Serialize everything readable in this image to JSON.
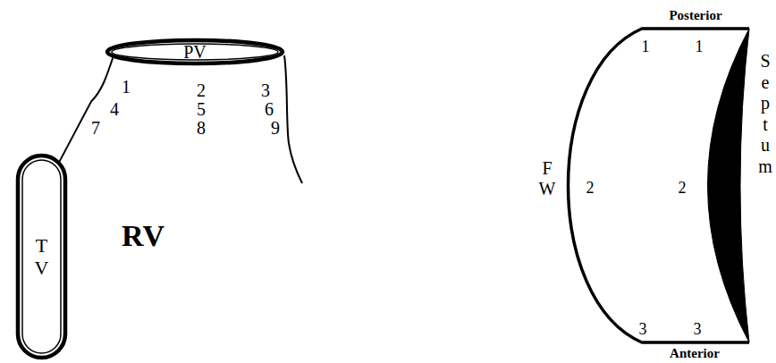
{
  "diagram": {
    "nodes": [
      {
        "text": [
          "PV"
        ]
      },
      {
        "text": [
          "T V"
        ]
      }
    ],
    "edges": [
      {
        "from": 0,
        "to": 1,
        "arrow": "none"
      }
    ],
    "labels": [
      "1",
      "2",
      "3",
      "4",
      "5",
      "6",
      "7",
      "8",
      "9",
      "RV",
      "Posterior",
      "1",
      "1",
      "F W",
      "2",
      "2",
      "S e p t u m",
      "3",
      "3",
      "Anterior"
    ]
  }
}
